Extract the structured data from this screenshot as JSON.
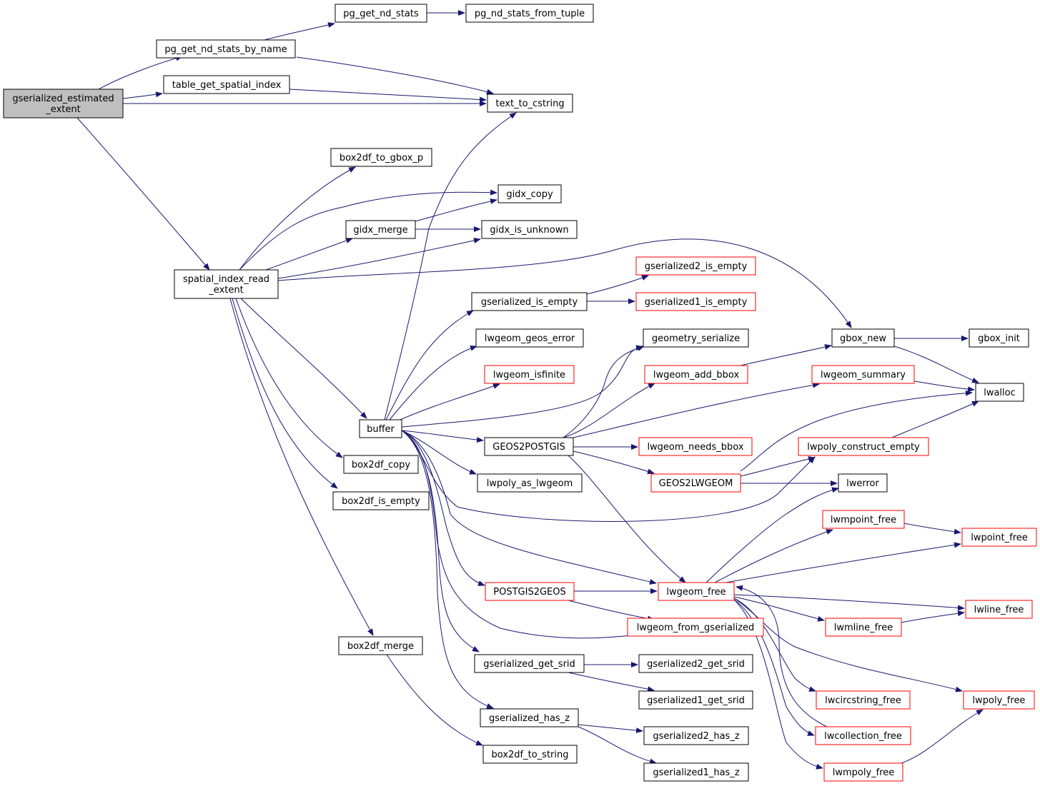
{
  "graph": {
    "colors": {
      "edge": "#191970",
      "root_fill": "#bfbfbf",
      "node_border": "#000000",
      "incomplete_border": "#ff0000"
    },
    "nodes": {
      "gserialized_estimated_extent": {
        "lines": [
          "gserialized_estimated",
          "_extent"
        ]
      },
      "pg_get_nd_stats": {
        "lines": [
          "pg_get_nd_stats"
        ]
      },
      "pg_nd_stats_from_tuple": {
        "lines": [
          "pg_nd_stats_from_tuple"
        ]
      },
      "pg_get_nd_stats_by_name": {
        "lines": [
          "pg_get_nd_stats_by_name"
        ]
      },
      "table_get_spatial_index": {
        "lines": [
          "table_get_spatial_index"
        ]
      },
      "text_to_cstring": {
        "lines": [
          "text_to_cstring"
        ]
      },
      "box2df_to_gbox_p": {
        "lines": [
          "box2df_to_gbox_p"
        ]
      },
      "gidx_copy": {
        "lines": [
          "gidx_copy"
        ]
      },
      "gidx_merge": {
        "lines": [
          "gidx_merge"
        ]
      },
      "gidx_is_unknown": {
        "lines": [
          "gidx_is_unknown"
        ]
      },
      "spatial_index_read_extent": {
        "lines": [
          "spatial_index_read",
          "_extent"
        ]
      },
      "gserialized2_is_empty": {
        "lines": [
          "gserialized2_is_empty"
        ]
      },
      "gserialized_is_empty": {
        "lines": [
          "gserialized_is_empty"
        ]
      },
      "gserialized1_is_empty": {
        "lines": [
          "gserialized1_is_empty"
        ]
      },
      "lwgeom_geos_error": {
        "lines": [
          "lwgeom_geos_error"
        ]
      },
      "geometry_serialize": {
        "lines": [
          "geometry_serialize"
        ]
      },
      "gbox_new": {
        "lines": [
          "gbox_new"
        ]
      },
      "gbox_init": {
        "lines": [
          "gbox_init"
        ]
      },
      "lwgeom_isfinite": {
        "lines": [
          "lwgeom_isfinite"
        ]
      },
      "lwgeom_add_bbox": {
        "lines": [
          "lwgeom_add_bbox"
        ]
      },
      "lwgeom_summary": {
        "lines": [
          "lwgeom_summary"
        ]
      },
      "lwalloc": {
        "lines": [
          "lwalloc"
        ]
      },
      "buffer": {
        "lines": [
          "buffer"
        ]
      },
      "GEOS2POSTGIS": {
        "lines": [
          "GEOS2POSTGIS"
        ]
      },
      "lwgeom_needs_bbox": {
        "lines": [
          "lwgeom_needs_bbox"
        ]
      },
      "lwpoly_construct_empty": {
        "lines": [
          "lwpoly_construct_empty"
        ]
      },
      "box2df_copy": {
        "lines": [
          "box2df_copy"
        ]
      },
      "lwpoly_as_lwgeom": {
        "lines": [
          "lwpoly_as_lwgeom"
        ]
      },
      "GEOS2LWGEOM": {
        "lines": [
          "GEOS2LWGEOM"
        ]
      },
      "lwerror": {
        "lines": [
          "lwerror"
        ]
      },
      "box2df_is_empty": {
        "lines": [
          "box2df_is_empty"
        ]
      },
      "lwmpoint_free": {
        "lines": [
          "lwmpoint_free"
        ]
      },
      "lwpoint_free": {
        "lines": [
          "lwpoint_free"
        ]
      },
      "POSTGIS2GEOS": {
        "lines": [
          "POSTGIS2GEOS"
        ]
      },
      "lwgeom_free": {
        "lines": [
          "lwgeom_free"
        ]
      },
      "lwline_free": {
        "lines": [
          "lwline_free"
        ]
      },
      "lwgeom_from_gserialized": {
        "lines": [
          "lwgeom_from_gserialized"
        ]
      },
      "lwmline_free": {
        "lines": [
          "lwmline_free"
        ]
      },
      "box2df_merge": {
        "lines": [
          "box2df_merge"
        ]
      },
      "gserialized_get_srid": {
        "lines": [
          "gserialized_get_srid"
        ]
      },
      "gserialized2_get_srid": {
        "lines": [
          "gserialized2_get_srid"
        ]
      },
      "gserialized1_get_srid": {
        "lines": [
          "gserialized1_get_srid"
        ]
      },
      "lwcircstring_free": {
        "lines": [
          "lwcircstring_free"
        ]
      },
      "lwpoly_free": {
        "lines": [
          "lwpoly_free"
        ]
      },
      "gserialized_has_z": {
        "lines": [
          "gserialized_has_z"
        ]
      },
      "gserialized2_has_z": {
        "lines": [
          "gserialized2_has_z"
        ]
      },
      "lwcollection_free": {
        "lines": [
          "lwcollection_free"
        ]
      },
      "box2df_to_string": {
        "lines": [
          "box2df_to_string"
        ]
      },
      "gserialized1_has_z": {
        "lines": [
          "gserialized1_has_z"
        ]
      },
      "lwmpoly_free": {
        "lines": [
          "lwmpoly_free"
        ]
      }
    }
  }
}
